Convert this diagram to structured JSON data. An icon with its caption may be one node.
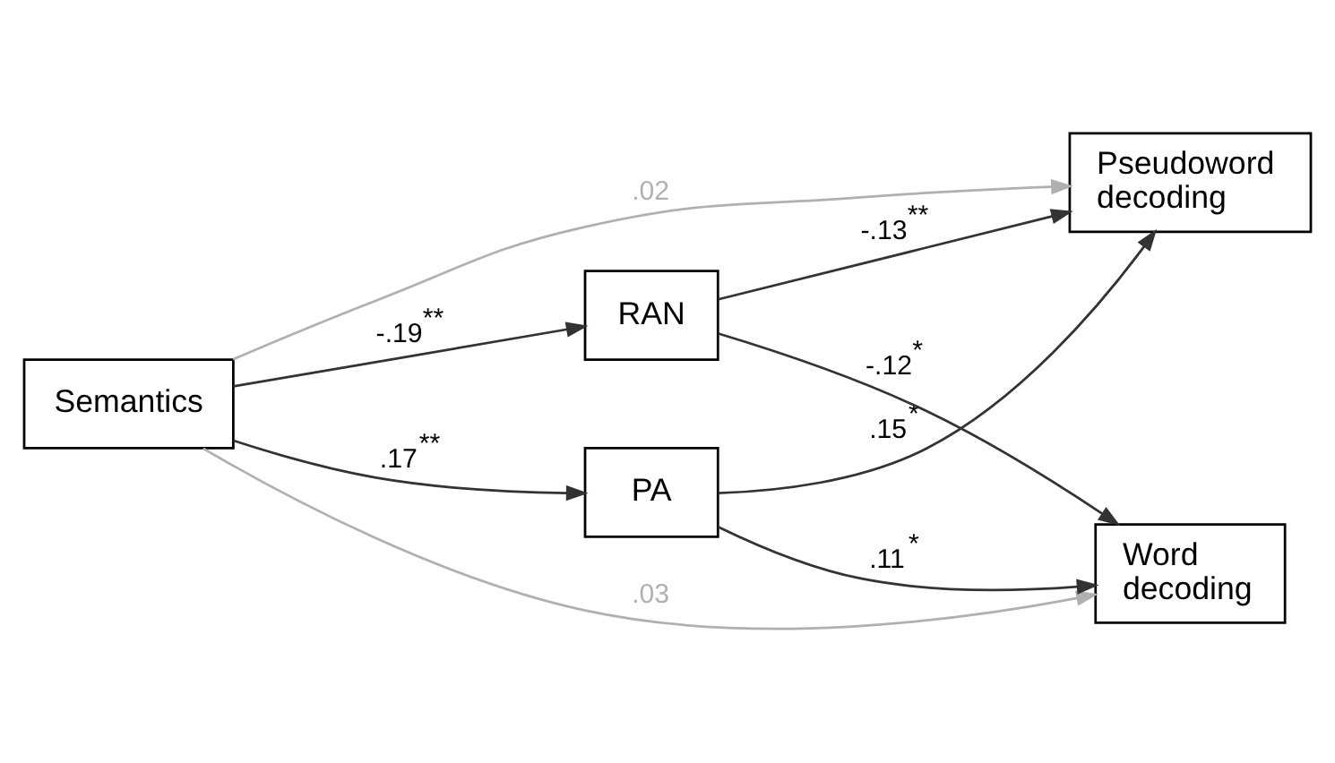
{
  "diagram": {
    "nodes": [
      {
        "text": [
          "Semantics"
        ]
      },
      {
        "text": [
          "PA"
        ]
      },
      {
        "text": [
          "RAN"
        ]
      },
      {
        "text": [
          "Pseudoword decoding"
        ]
      },
      {
        "text": [
          "Word decoding"
        ]
      }
    ],
    "edges": [
      {
        "from": 0,
        "to": 3,
        "arrow": "to",
        "label": ".02",
        "color": "#b0b0b0"
      },
      {
        "from": 0,
        "to": 1,
        "arrow": "to",
        "label": ".17$^{**}$"
      },
      {
        "from": 0,
        "to": 2,
        "arrow": "to",
        "label": "-.19$^{**}$"
      },
      {
        "from": 0,
        "to": 4,
        "arrow": "to",
        "label": ".03",
        "color": "#b0b0b0"
      },
      {
        "from": 1,
        "to": 3,
        "arrow": "to",
        "label": ".15$^{*}$"
      },
      {
        "from": 2,
        "to": 3,
        "arrow": "to",
        "label": "-.13$^{**}$"
      },
      {
        "from": 1,
        "to": 4,
        "arrow": "to",
        "label": ".11$^{*}$"
      },
      {
        "from": 2,
        "to": 4,
        "arrow": "to",
        "label": "-.12$^{*}$"
      }
    ]
  }
}
